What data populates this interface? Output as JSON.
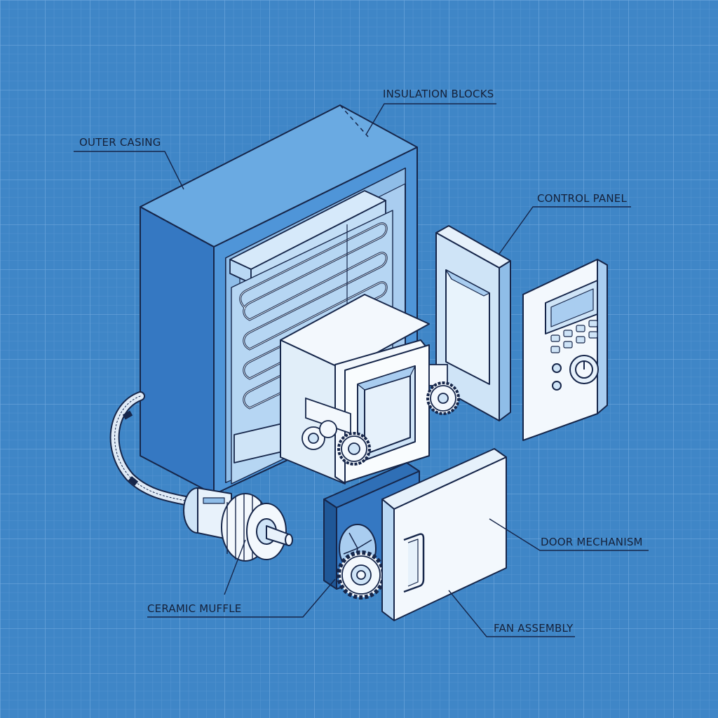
{
  "labels": {
    "insulation_blocks": "INSULATION BLOCKS",
    "outer_casing": "OUTER CASING",
    "control_panel": "CONTROL PANEL",
    "door_mechanism": "DOOR MECHANISM",
    "ceramic_muffle": "CERAMIC MUFFLE",
    "fan_assembly": "FAN ASSEMBLY"
  },
  "colors": {
    "background": "#3f86c7",
    "grid_minor": "#5a98d3",
    "grid_major": "#6ea6dc",
    "line": "#16264a",
    "casing_front": "#4f95d8",
    "casing_side": "#3578c2",
    "casing_top": "#6aaae2",
    "interior": "#a9cdf0",
    "white_part": "#f3f8fd",
    "light_part": "#cfe4f7"
  }
}
